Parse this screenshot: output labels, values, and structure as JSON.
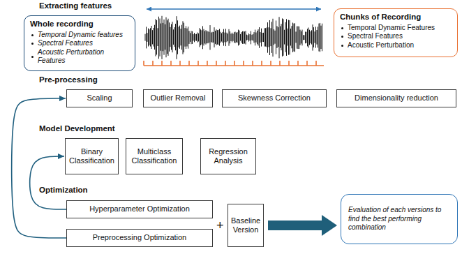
{
  "diagram": {
    "nodes": [
      {
        "text": [
          "Whole recording",
          "Temporal Dynamic features",
          "Spectral Features",
          "Acoustic Perturbation Features"
        ]
      },
      {
        "text": [
          "Chunks of Recording",
          "Temporal Dynamic Features",
          "Spectral Features",
          "Acoustic Perturbation"
        ]
      },
      {
        "text": [
          "Scaling"
        ]
      },
      {
        "text": [
          "Outlier Removal"
        ]
      },
      {
        "text": [
          "Skewness Correction"
        ]
      },
      {
        "text": [
          "Dimensionality reduction"
        ]
      },
      {
        "text": [
          "Binary Classification"
        ]
      },
      {
        "text": [
          "Multiclass Classification"
        ]
      },
      {
        "text": [
          "Regression Analysis"
        ]
      },
      {
        "text": [
          "Hyperparameter Optimization"
        ]
      },
      {
        "text": [
          "Preprocessing Optimization"
        ]
      },
      {
        "text": [
          "Baseline Version"
        ]
      },
      {
        "text": [
          "Evaluation of each versions to find the best performing combination"
        ]
      }
    ],
    "edges": [
      {
        "from": 9,
        "to": 6,
        "arrow": "to"
      },
      {
        "from": 10,
        "to": 2,
        "arrow": "to"
      },
      {
        "from": 11,
        "to": 12,
        "arrow": "to"
      }
    ],
    "labels": [
      "Extracting features",
      "Pre-processing",
      "Model Development",
      "Optimization",
      "+"
    ]
  }
}
